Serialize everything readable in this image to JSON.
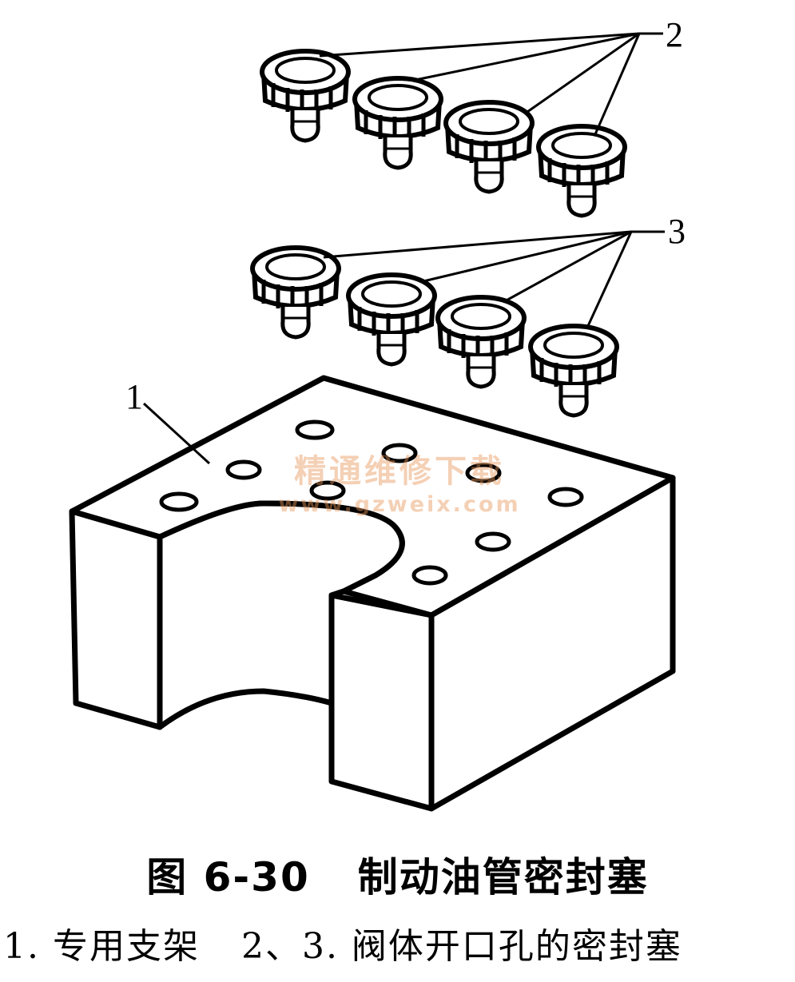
{
  "figure": {
    "callouts": {
      "c1": "1",
      "c2": "2",
      "c3": "3"
    },
    "plug_rows": [
      {
        "callout": "2",
        "count": 4
      },
      {
        "callout": "3",
        "count": 4
      }
    ],
    "block_hole_count": 9
  },
  "watermark": {
    "text_cn": "精通维修下载",
    "url": "www.gzweix.com"
  },
  "caption": {
    "fig_number": "图 6-30",
    "fig_title": "制动油管密封塞",
    "legend_1": "1. 专用支架",
    "legend_2": "2、3. 阀体开口孔的密封塞"
  }
}
